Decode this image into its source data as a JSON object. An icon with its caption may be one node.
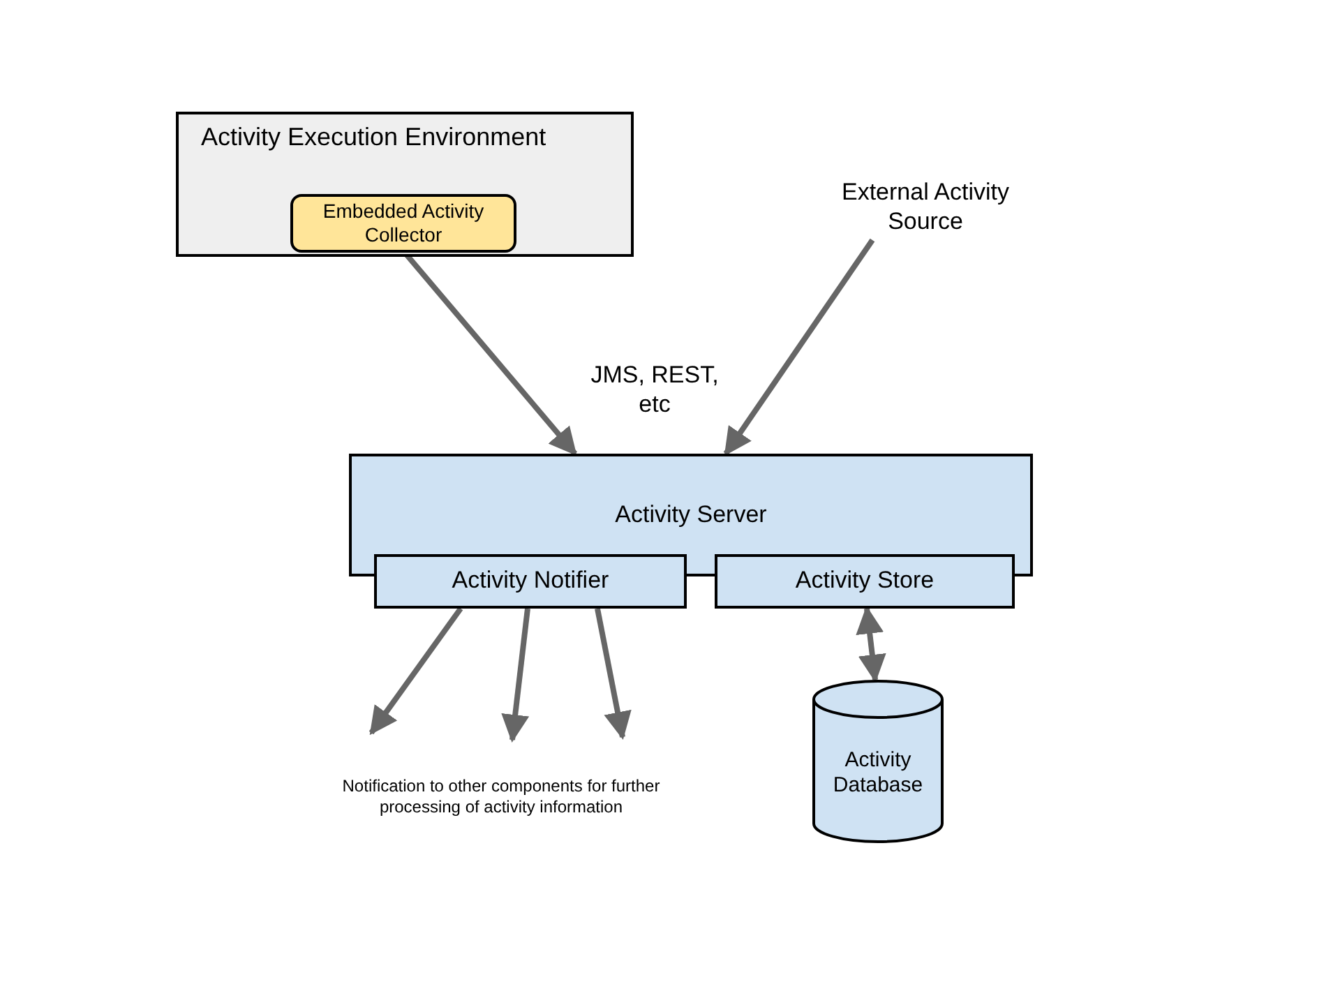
{
  "diagram": {
    "nodes": [
      {
        "text": [
          "Activity Execution Environment"
        ]
      },
      {
        "text": [
          "Embedded Activity Collector"
        ],
        "in": 0
      },
      {
        "text": [
          "External Activity Source"
        ]
      },
      {
        "text": [
          "Activity Server"
        ]
      },
      {
        "text": [
          "Activity Notifier"
        ]
      },
      {
        "text": [
          "Activity Store"
        ]
      },
      {
        "text": [
          "Activity Database"
        ]
      }
    ],
    "edges": [
      {
        "from": 1,
        "to": 3,
        "arrow": "to"
      },
      {
        "from": 2,
        "to": 3,
        "arrow": "to"
      },
      {
        "from": 4,
        "to": null,
        "arrow": "to"
      },
      {
        "from": 4,
        "to": null,
        "arrow": "to"
      },
      {
        "from": 4,
        "to": null,
        "arrow": "to"
      },
      {
        "from": 5,
        "to": 6,
        "arrow": "both"
      }
    ],
    "labels": [
      "JMS, REST, etc",
      "Notification to other components for further processing of activity information"
    ]
  }
}
